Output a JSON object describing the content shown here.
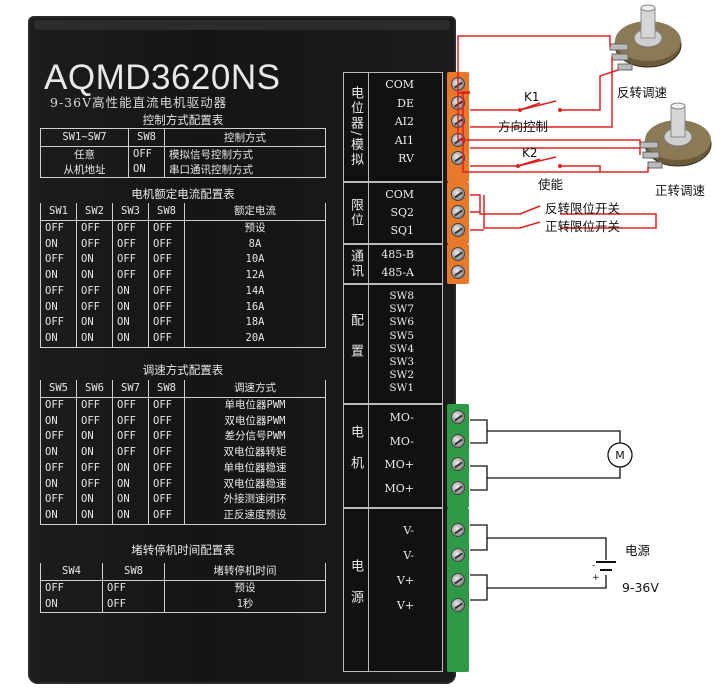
{
  "model": "AQMD3620NS",
  "subtitle": "9-36V高性能直流电机驱动器",
  "control_table": {
    "title": "控制方式配置表",
    "headers": [
      "SW1~SW7",
      "SW8",
      "控制方式"
    ],
    "rows": [
      [
        "任意",
        "OFF",
        "模拟信号控制方式"
      ],
      [
        "从机地址",
        "ON",
        "串口通讯控制方式"
      ]
    ]
  },
  "current_table": {
    "title": "电机额定电流配置表",
    "headers": [
      "SW1",
      "SW2",
      "SW3",
      "SW8",
      "额定电流"
    ],
    "rows": [
      [
        "OFF",
        "OFF",
        "OFF",
        "OFF",
        "预设"
      ],
      [
        "ON",
        "OFF",
        "OFF",
        "OFF",
        "8A"
      ],
      [
        "OFF",
        "ON",
        "OFF",
        "OFF",
        "10A"
      ],
      [
        "ON",
        "ON",
        "OFF",
        "OFF",
        "12A"
      ],
      [
        "OFF",
        "OFF",
        "ON",
        "OFF",
        "14A"
      ],
      [
        "ON",
        "OFF",
        "ON",
        "OFF",
        "16A"
      ],
      [
        "OFF",
        "ON",
        "ON",
        "OFF",
        "18A"
      ],
      [
        "ON",
        "ON",
        "ON",
        "OFF",
        "20A"
      ]
    ]
  },
  "speed_table": {
    "title": "调速方式配置表",
    "headers": [
      "SW5",
      "SW6",
      "SW7",
      "SW8",
      "调速方式"
    ],
    "rows": [
      [
        "OFF",
        "OFF",
        "OFF",
        "OFF",
        "单电位器PWM"
      ],
      [
        "ON",
        "OFF",
        "OFF",
        "OFF",
        "双电位器PWM"
      ],
      [
        "OFF",
        "ON",
        "OFF",
        "OFF",
        "差分信号PWM"
      ],
      [
        "ON",
        "ON",
        "OFF",
        "OFF",
        "双电位器转矩"
      ],
      [
        "OFF",
        "OFF",
        "ON",
        "OFF",
        "单电位器稳速"
      ],
      [
        "ON",
        "OFF",
        "ON",
        "OFF",
        "双电位器稳速"
      ],
      [
        "OFF",
        "ON",
        "ON",
        "OFF",
        "外接测速闭环"
      ],
      [
        "ON",
        "ON",
        "ON",
        "OFF",
        "正反速度预设"
      ]
    ]
  },
  "stall_table": {
    "title": "堵转停机时间配置表",
    "headers": [
      "SW4",
      "SW8",
      "堵转停机时间"
    ],
    "rows": [
      [
        "OFF",
        "OFF",
        "预设"
      ],
      [
        "ON",
        "OFF",
        "1秒"
      ]
    ]
  },
  "blocks": [
    {
      "label": "电位器/模拟",
      "pins": [
        "COM",
        "DE",
        "AI2",
        "AI1",
        "RV"
      ]
    },
    {
      "label": "限位",
      "pins": [
        "COM",
        "SQ2",
        "SQ1"
      ]
    },
    {
      "label": "通讯",
      "pins": [
        "485-B",
        "485-A"
      ]
    },
    {
      "label": "配置",
      "pins": [
        "SW8",
        "SW7",
        "SW6",
        "SW5",
        "SW4",
        "SW3",
        "SW2",
        "SW1"
      ]
    },
    {
      "label": "电机",
      "pins": [
        "MO-",
        "MO-",
        "MO+",
        "MO+"
      ]
    },
    {
      "label": "电源",
      "pins": [
        "V-",
        "V-",
        "V+",
        "V+"
      ]
    }
  ],
  "annotations": {
    "pot_reverse": "反转调速",
    "pot_forward": "正转调速",
    "k1": "K1",
    "k1_label": "方向控制",
    "k2": "K2",
    "k2_label": "使能",
    "sw_reverse_limit": "反转限位开关",
    "sw_forward_limit": "正转限位开关",
    "motor_symbol": "M",
    "power_label": "电源",
    "power_range": "9-36V",
    "battery_minus": "-",
    "battery_plus": "+"
  },
  "colors": {
    "wire": "#e02020",
    "terminal_orange": "#e8782a",
    "terminal_green": "#2f9a45",
    "wire_dark": "#111111"
  }
}
